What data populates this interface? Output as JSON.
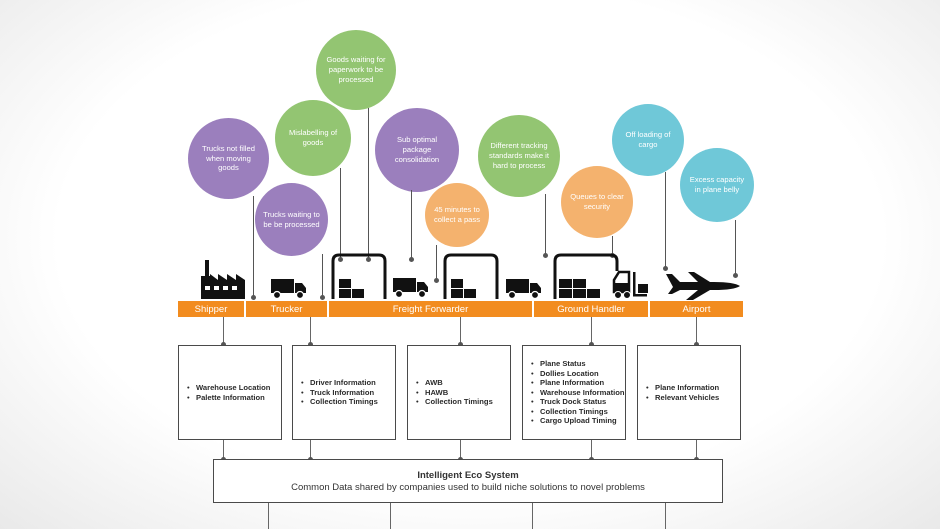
{
  "issues": [
    {
      "text": "Trucks not filled when moving goods"
    },
    {
      "text": "Trucks waiting to be be processed"
    },
    {
      "text": "Mislabelling of goods"
    },
    {
      "text": "Goods waiting for paperwork to be processed"
    },
    {
      "text": "Sub optimal package consolidation"
    },
    {
      "text": "45 minutes to collect a pass"
    },
    {
      "text": "Different tracking standards make it hard to process"
    },
    {
      "text": "Queues to clear security"
    },
    {
      "text": "Off loading of cargo"
    },
    {
      "text": "Excess capacity in plane belly"
    }
  ],
  "stages": [
    "Shipper",
    "Trucker",
    "Freight Forwarder",
    "Ground Handler",
    "Airport"
  ],
  "data_boxes": [
    {
      "items": [
        "Warehouse Location",
        "Palette Information"
      ]
    },
    {
      "items": [
        "Driver Information",
        "Truck Information",
        "Collection Timings"
      ]
    },
    {
      "items": [
        "AWB",
        "HAWB",
        "Collection Timings"
      ]
    },
    {
      "items": [
        "Plane Status",
        "Dollies Location",
        "Plane Information",
        "Warehouse Information",
        "Truck Dock Status",
        "Collection Timings",
        "Cargo Upload Timing"
      ]
    },
    {
      "items": [
        "Plane Information",
        "Relevant Vehicles"
      ]
    }
  ],
  "ecosystem": {
    "title": "Intelligent Eco System",
    "subtitle": "Common Data shared by companies used to build niche solutions to novel problems"
  },
  "icons": [
    "factory-icon",
    "truck-icon",
    "warehouse-icon",
    "truck-icon",
    "warehouse-icon",
    "truck-icon",
    "warehouse-icon",
    "forklift-icon",
    "airplane-icon"
  ],
  "colors": {
    "orange_bar": "#f28c1f",
    "purple": "#9b7fbd",
    "green": "#93c572",
    "orange": "#f4b26e",
    "blue": "#6fc8d8"
  }
}
